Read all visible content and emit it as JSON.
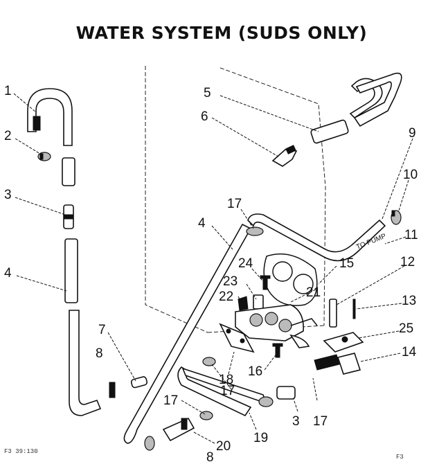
{
  "title": "WATER SYSTEM (SUDS ONLY)",
  "pump_label": "TO PUMP",
  "callouts": {
    "c1": "1",
    "c2": "2",
    "c3a": "3",
    "c4a": "4",
    "c5": "5",
    "c6": "6",
    "c17a": "17",
    "c4b": "4",
    "c9": "9",
    "c10": "10",
    "c11": "11",
    "c24": "24",
    "c15": "15",
    "c12": "12",
    "c23": "23",
    "c22": "22",
    "c21": "21",
    "c13": "13",
    "c25": "25",
    "c7": "7",
    "c8a": "8",
    "c14": "14",
    "c16": "16",
    "c18": "18",
    "c17b": "17",
    "c17c": "17",
    "c3b": "3",
    "c17d": "17",
    "c19": "19",
    "c20": "20",
    "c8b": "8"
  },
  "footer": {
    "left_code": "F3 39:130",
    "right_code": "F3"
  }
}
